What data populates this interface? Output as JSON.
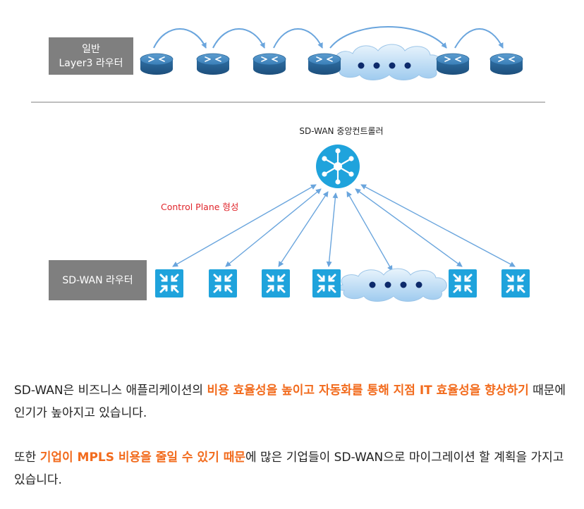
{
  "diagram": {
    "legacy_label_line1": "일반",
    "legacy_label_line2": "Layer3 라우터",
    "controller_label": "SD-WAN 중앙컨트롤러",
    "control_plane_label": "Control Plane 형성",
    "sdwan_label": "SD-WAN 라우터"
  },
  "colors": {
    "router_blue": "#2a6fa8",
    "sdwan_cyan": "#1fa3dc",
    "arrow_blue": "#6aa5dd",
    "highlight_orange": "#f26b1d",
    "label_gray": "#7f7f7f"
  },
  "paragraphs": [
    {
      "parts": [
        {
          "text": "SD-WAN은 비즈니스 애플리케이션의 ",
          "hl": false
        },
        {
          "text": "비용 효율성을 높이고 자동화를 통해 지점 IT 효율성을 향상하기",
          "hl": true
        },
        {
          "text": " 때문에 인기가 높아지고 있습니다.",
          "hl": false
        }
      ]
    },
    {
      "parts": [
        {
          "text": "또한 ",
          "hl": false
        },
        {
          "text": "기업이 MPLS 비용을 줄일 수 있기 때문",
          "hl": true
        },
        {
          "text": "에 많은 기업들이 SD-WAN으로 마이그레이션 할 계획을 가지고 있습니다.",
          "hl": false
        }
      ]
    }
  ]
}
